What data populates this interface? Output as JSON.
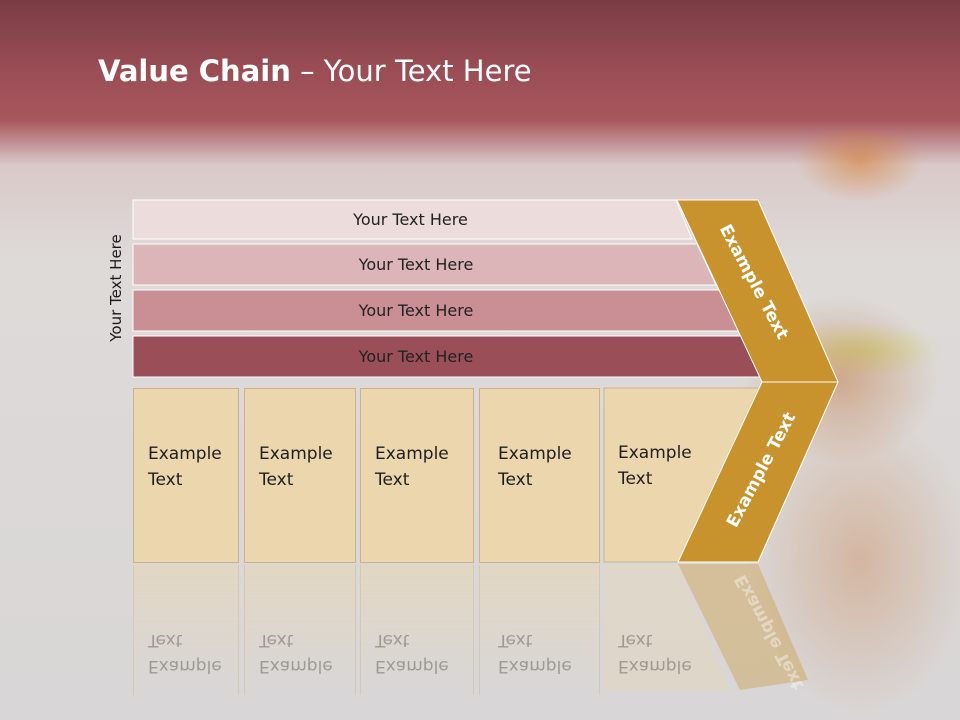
{
  "title": {
    "bold": "Value Chain",
    "rest": " – Your Text Here"
  },
  "side_label": "Your Text Here",
  "bands": [
    {
      "label": "Your Text Here",
      "color": "#ecdcdc"
    },
    {
      "label": "Your Text Here",
      "color": "#dbb5b8"
    },
    {
      "label": "Your Text Here",
      "color": "#c98f94"
    },
    {
      "label": "Your Text Here",
      "color": "#9a4e58"
    }
  ],
  "columns": [
    {
      "line1": "Example",
      "line2": "Text"
    },
    {
      "line1": "Example",
      "line2": "Text"
    },
    {
      "line1": "Example",
      "line2": "Text"
    },
    {
      "line1": "Example",
      "line2": "Text"
    },
    {
      "line1": "Example",
      "line2": "Text"
    }
  ],
  "chevron": {
    "upper_label": "Example Text",
    "lower_label": "Example Text",
    "color": "#c8922c"
  }
}
